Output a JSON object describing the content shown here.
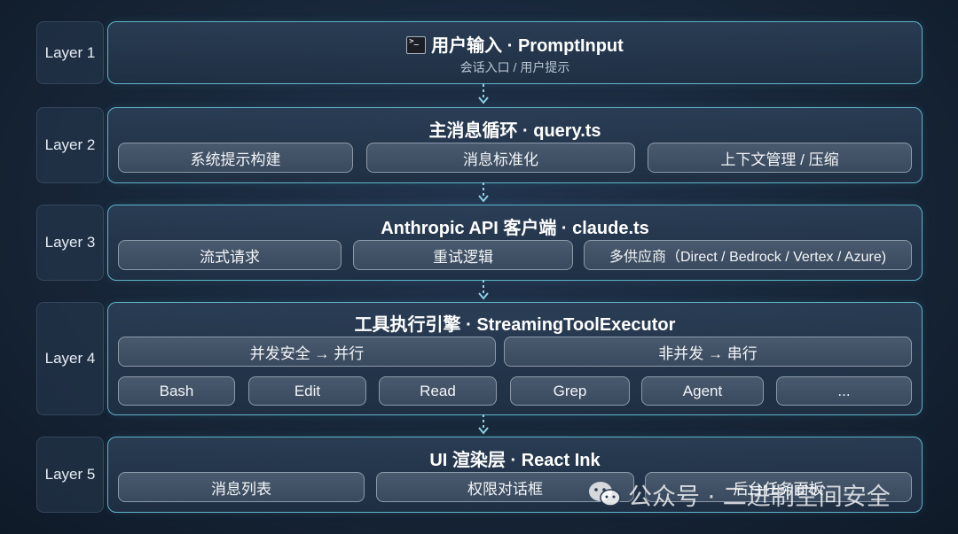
{
  "layers": [
    {
      "label": "Layer 1",
      "title": "用户输入 · PromptInput",
      "subtitle": "会话入口 / 用户提示"
    },
    {
      "label": "Layer 2",
      "title": "主消息循环 · query.ts",
      "chips": [
        "系统提示构建",
        "消息标准化",
        "上下文管理 / 压缩"
      ]
    },
    {
      "label": "Layer 3",
      "title": "Anthropic API 客户端 · claude.ts",
      "chips": [
        "流式请求",
        "重试逻辑",
        "多供应商（Direct / Bedrock / Vertex / Azure)"
      ]
    },
    {
      "label": "Layer 4",
      "title": "工具执行引擎 · StreamingToolExecutor",
      "chips": [
        "并发安全 → 并行",
        "非并发 → 串行"
      ],
      "tools": [
        "Bash",
        "Edit",
        "Read",
        "Grep",
        "Agent",
        "..."
      ]
    },
    {
      "label": "Layer 5",
      "title": "UI 渲染层 · React Ink",
      "chips": [
        "消息列表",
        "权限对话框",
        "后台任务面板"
      ]
    }
  ],
  "watermark": "公众号 · 二进制空间安全",
  "colors": {
    "panel_border": "#5fb3c9",
    "arrow": "#8fd3e6",
    "background": "#172638"
  },
  "icons": {
    "layer1_icon": "terminal-icon",
    "watermark_icon": "wechat-icon"
  }
}
